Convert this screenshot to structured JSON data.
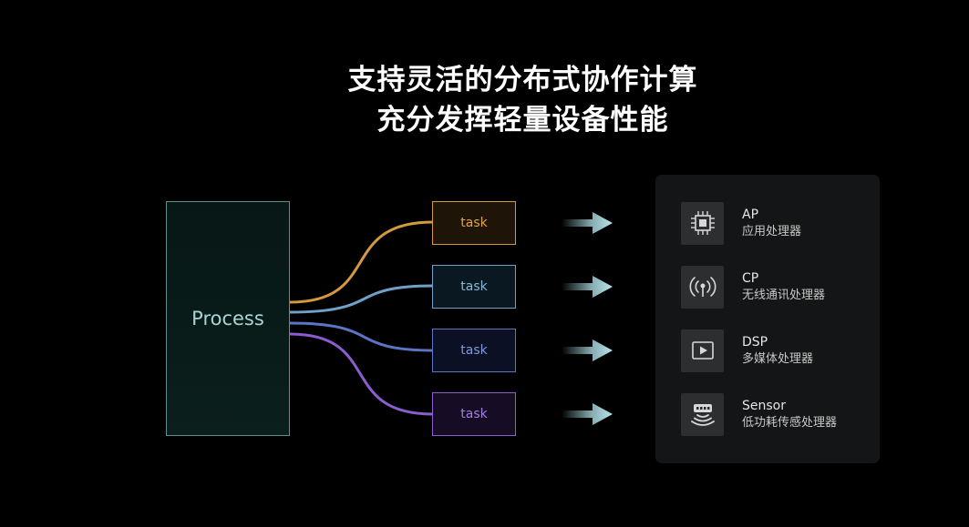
{
  "title": {
    "line1": "支持灵活的分布式协作计算",
    "line2": "充分发挥轻量设备性能"
  },
  "process": {
    "label": "Process"
  },
  "tasks": [
    {
      "label": "task",
      "color": "#d49a3e"
    },
    {
      "label": "task",
      "color": "#6fa0c8"
    },
    {
      "label": "task",
      "color": "#5c74c4"
    },
    {
      "label": "task",
      "color": "#8b5dd0"
    }
  ],
  "processors": [
    {
      "name": "AP",
      "desc": "应用处理器",
      "icon": "cpu-chip-icon"
    },
    {
      "name": "CP",
      "desc": "无线通讯处理器",
      "icon": "wireless-antenna-icon"
    },
    {
      "name": "DSP",
      "desc": "多媒体处理器",
      "icon": "play-media-icon"
    },
    {
      "name": "Sensor",
      "desc": "低功耗传感处理器",
      "icon": "sensor-wave-icon"
    }
  ],
  "colors": {
    "background": "#000000",
    "process_border": "#5f8f8c",
    "arrow": "#a9d9e0",
    "panel": "#141516"
  }
}
